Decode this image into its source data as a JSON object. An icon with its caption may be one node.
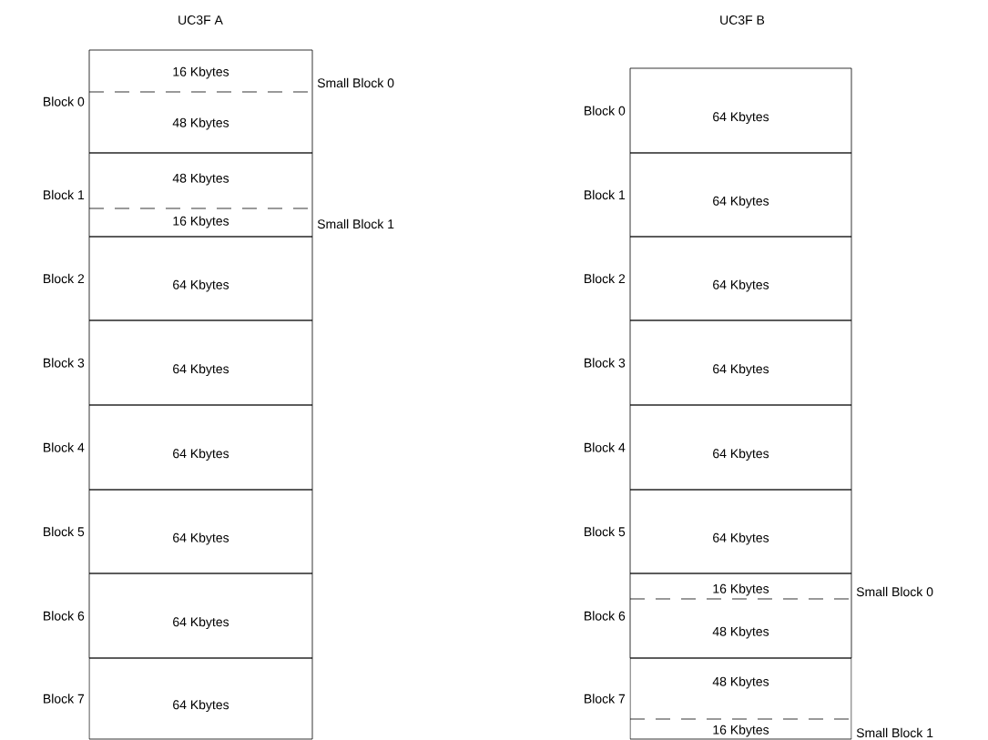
{
  "diagram": {
    "nodes": [
      {
        "text": [
          "16 Kbytes",
          "48 Kbytes"
        ],
        "beside": [
          "Block 0",
          "Small Block 0"
        ]
      },
      {
        "text": [
          "48 Kbytes",
          "16 Kbytes"
        ],
        "beside": [
          "Block 1",
          "Small Block 1"
        ]
      },
      {
        "text": [
          "64 Kbytes"
        ],
        "beside": [
          "Block 2"
        ]
      },
      {
        "text": [
          "64 Kbytes"
        ],
        "beside": [
          "Block 3"
        ]
      },
      {
        "text": [
          "64 Kbytes"
        ],
        "beside": [
          "Block 4"
        ]
      },
      {
        "text": [
          "64 Kbytes"
        ],
        "beside": [
          "Block 5"
        ]
      },
      {
        "text": [
          "64 Kbytes"
        ],
        "beside": [
          "Block 6"
        ]
      },
      {
        "text": [
          "64 Kbytes"
        ],
        "beside": [
          "Block 7"
        ]
      },
      {
        "text": [
          "64 Kbytes"
        ],
        "beside": [
          "Block 0"
        ]
      },
      {
        "text": [
          "64 Kbytes"
        ],
        "beside": [
          "Block 1"
        ]
      },
      {
        "text": [
          "64 Kbytes"
        ],
        "beside": [
          "Block 2"
        ]
      },
      {
        "text": [
          "64 Kbytes"
        ],
        "beside": [
          "Block 3"
        ]
      },
      {
        "text": [
          "64 Kbytes"
        ],
        "beside": [
          "Block 4"
        ]
      },
      {
        "text": [
          "64 Kbytes"
        ],
        "beside": [
          "Block 5"
        ]
      },
      {
        "text": [
          "16 Kbytes",
          "48 Kbytes"
        ],
        "beside": [
          "Block 6",
          "Small Block 0"
        ]
      },
      {
        "text": [
          "48 Kbytes",
          "16 Kbytes"
        ],
        "beside": [
          "Block 7",
          "Small Block 1"
        ]
      }
    ],
    "labels": [
      "UC3F A",
      "UC3F B"
    ]
  }
}
